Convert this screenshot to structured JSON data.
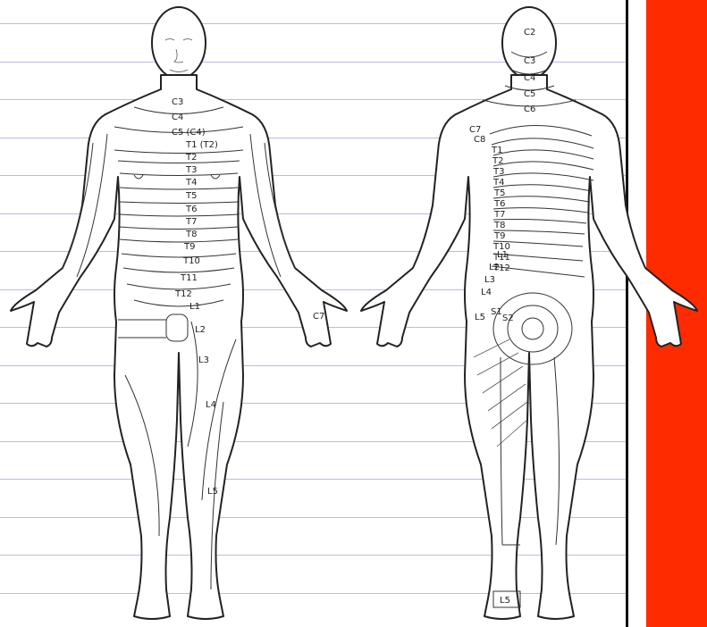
{
  "colors": {
    "ruled_line": "#b9bde0",
    "margin_rule": "#111111",
    "side_bar": "#ff2b00",
    "outline": "#222222"
  },
  "front_labels": {
    "c3": "C3",
    "c4": "C4",
    "c5": "C5 (C4)",
    "t1": "T1 (T2)",
    "t2": "T2",
    "t3": "T3",
    "t4": "T4",
    "t5": "T5",
    "t6": "T6",
    "t7": "T7",
    "t8": "T8",
    "t9": "T9",
    "t10": "T10",
    "t11": "T11",
    "t12": "T12",
    "l1": "L1",
    "l2": "L2",
    "l3": "L3",
    "l4": "L4",
    "l5": "L5",
    "c7": "C7"
  },
  "back_labels": {
    "c2": "C2",
    "c3": "C3",
    "c4": "C4",
    "c5": "C5",
    "c6": "C6",
    "c7": "C7",
    "c8": "C8",
    "t1": "T1",
    "t2": "T2",
    "t3": "T3",
    "t4": "T4",
    "t5": "T5",
    "t6": "T6",
    "t7": "T7",
    "t8": "T8",
    "t9": "T9",
    "t10": "T10",
    "t11": "T11",
    "t12": "T12",
    "l1": "L1",
    "l2": "L2",
    "l3": "L3",
    "l4": "L4",
    "l5": "L5",
    "s1": "S1",
    "s2": "S2",
    "foot_l5": "L5"
  }
}
